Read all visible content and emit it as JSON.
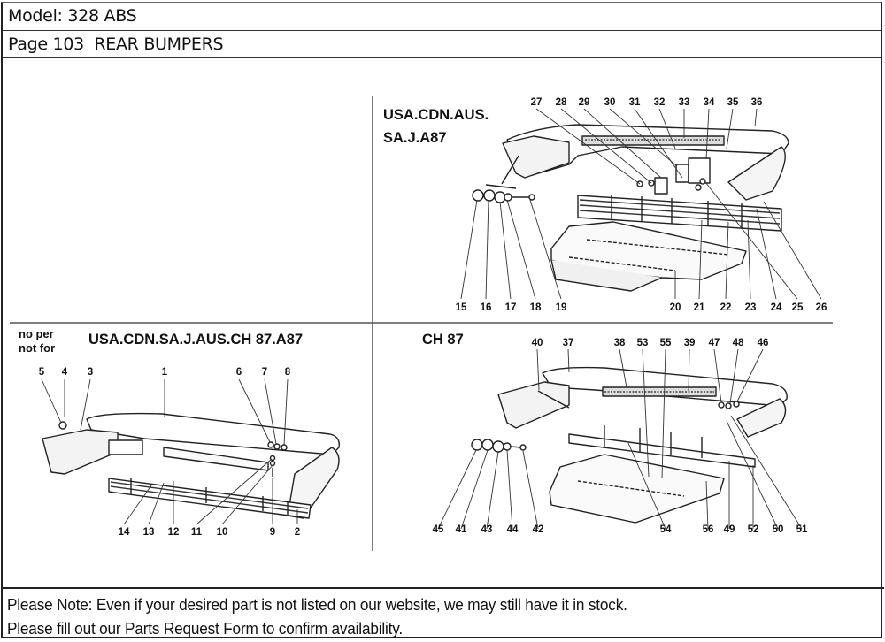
{
  "header": {
    "model_label": "Model: 328 ABS",
    "page_label": "Page 103  REAR BUMPERS"
  },
  "diagram": {
    "regions": [
      {
        "id": "top-right",
        "title_lines": [
          "USA.CDN.AUS.",
          "SA.J.A87"
        ],
        "callouts_top": [
          "27",
          "28",
          "29",
          "30",
          "31",
          "32",
          "33",
          "34",
          "35",
          "36"
        ],
        "callouts_bottom": [
          "15",
          "16",
          "17",
          "18",
          "19",
          "20",
          "21",
          "22",
          "23",
          "24",
          "25",
          "26"
        ]
      },
      {
        "id": "bottom-left",
        "note_lines": [
          "no per",
          "not for"
        ],
        "title": "USA.CDN.SA.J.AUS.CH 87.A87",
        "callouts_top": [
          "5",
          "4",
          "3",
          "1",
          "6",
          "7",
          "8"
        ],
        "callouts_bottom": [
          "14",
          "13",
          "12",
          "11",
          "10",
          "9",
          "2"
        ]
      },
      {
        "id": "bottom-right",
        "title": "CH 87",
        "callouts_top": [
          "40",
          "37",
          "38",
          "53",
          "55",
          "39",
          "47",
          "48",
          "46"
        ],
        "callouts_bottom": [
          "45",
          "41",
          "43",
          "44",
          "42",
          "54",
          "56",
          "49",
          "52",
          "50",
          "51"
        ]
      }
    ]
  },
  "footer": {
    "note_line_1": "Please Note: Even if your desired part is not listed on our website, we may still have it in stock.",
    "note_line_2": "Please fill out our Parts Request Form to confirm availability."
  }
}
